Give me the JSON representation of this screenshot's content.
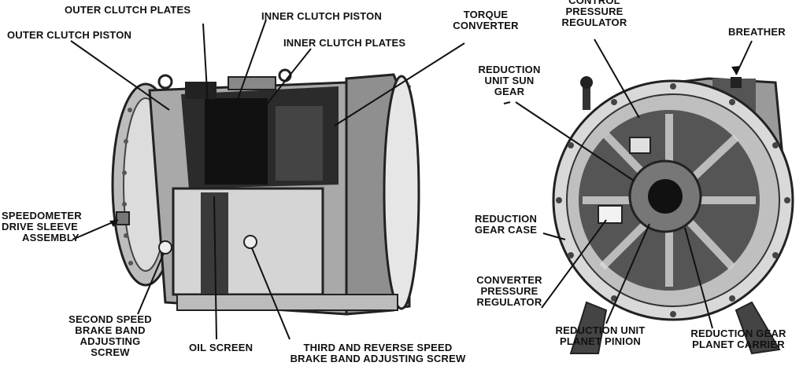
{
  "labels": {
    "outer_clutch_plates": "OUTER CLUTCH PLATES",
    "outer_clutch_piston": "OUTER CLUTCH PISTON",
    "inner_clutch_piston": "INNER CLUTCH PISTON",
    "inner_clutch_plates": "INNER CLUTCH PLATES",
    "torque_converter": [
      "TORQUE",
      "CONVERTER"
    ],
    "speedometer_drive": [
      "SPEEDOMETER",
      "DRIVE SLEEVE",
      "ASSEMBLY"
    ],
    "second_speed_band": [
      "SECOND SPEED",
      "BRAKE BAND",
      "ADJUSTING",
      "SCREW"
    ],
    "oil_screen": "OIL SCREEN",
    "third_reverse": [
      "THIRD AND REVERSE SPEED",
      "BRAKE BAND ADJUSTING SCREW"
    ],
    "control_pressure_regulator": [
      "CONTROL",
      "PRESSURE",
      "REGULATOR"
    ],
    "breather": "BREATHER",
    "reduction_sun_gear": [
      "REDUCTION",
      "UNIT SUN",
      "GEAR"
    ],
    "reduction_gear_case": [
      "REDUCTION",
      "GEAR CASE"
    ],
    "converter_pressure_regulator": [
      "CONVERTER",
      "PRESSURE",
      "REGULATOR"
    ],
    "reduction_planet_pinion": [
      "REDUCTION UNIT",
      "PLANET PINION"
    ],
    "reduction_planet_carrier": [
      "REDUCTION GEAR",
      "PLANET CARRIER"
    ]
  }
}
